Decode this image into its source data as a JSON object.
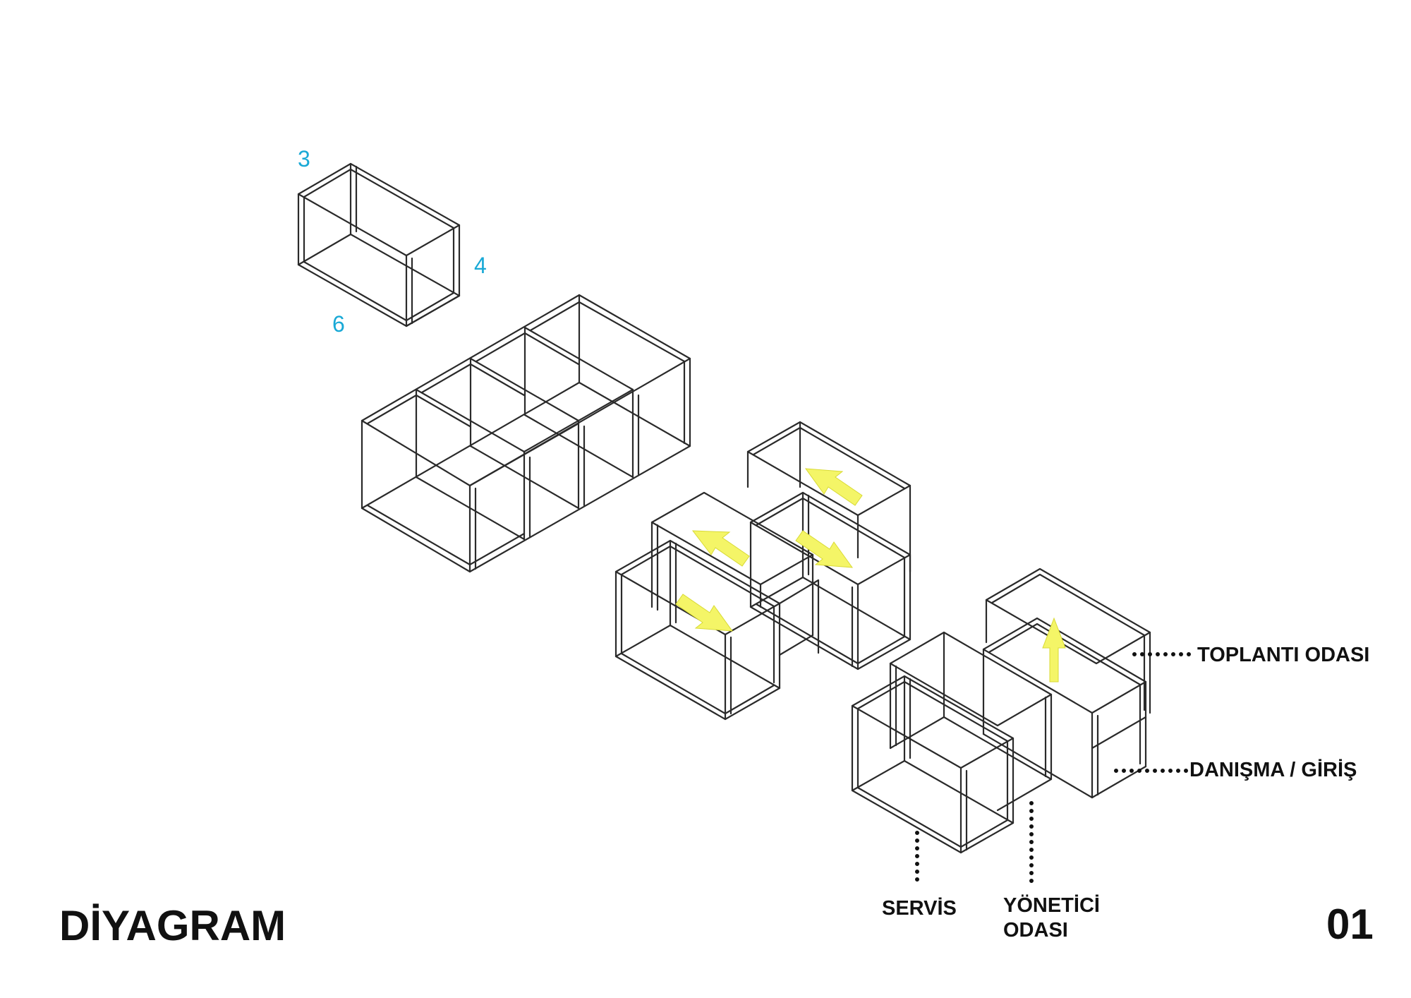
{
  "title": "DİYAGRAM",
  "page_number": "01",
  "dimensions": {
    "a": "3",
    "b": "4",
    "c": "6"
  },
  "labels": {
    "meeting_room": "TOPLANTI ODASI",
    "reception": "DANIŞMA / GİRİŞ",
    "service": "SERVİS",
    "manager_line1": "YÖNETİCİ",
    "manager_line2": "ODASI"
  },
  "colors": {
    "frame": "#2a2a2a",
    "dimension_text": "#19a9d6",
    "arrow": "#f4f567",
    "label": "#111111"
  }
}
